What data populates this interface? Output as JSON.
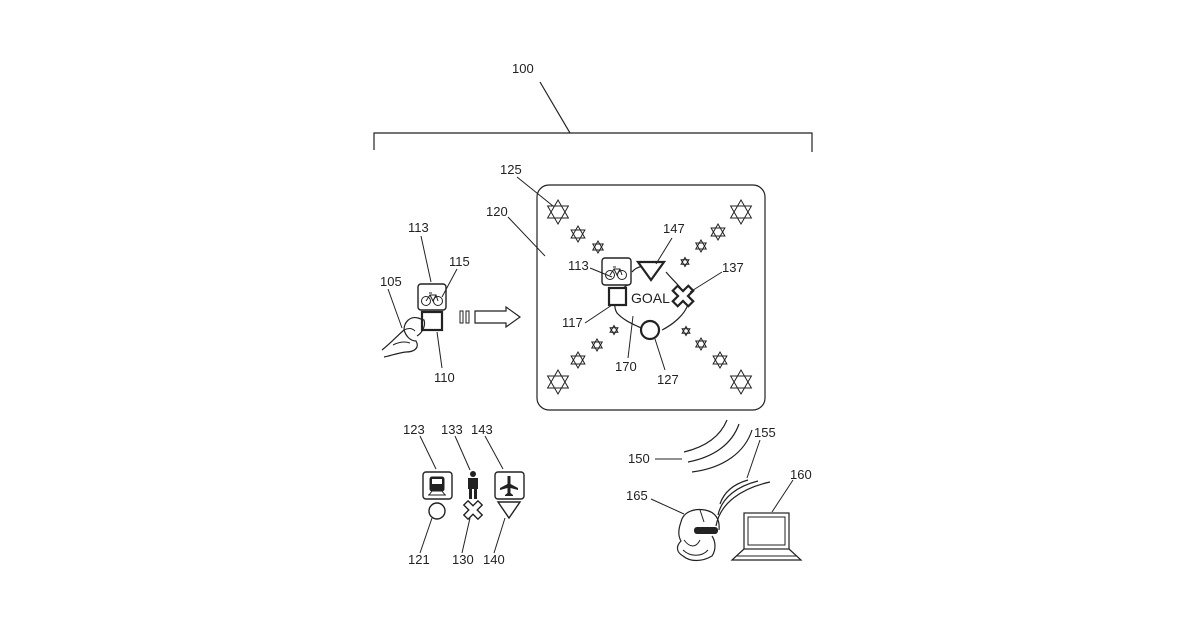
{
  "labels": {
    "l100": "100",
    "l125": "125",
    "l120": "120",
    "l113a": "113",
    "l115": "115",
    "l105": "105",
    "l110": "110",
    "l147": "147",
    "l113b": "113",
    "l137": "137",
    "l117": "117",
    "l170": "170",
    "l127": "127",
    "l123": "123",
    "l133": "133",
    "l143": "143",
    "l121": "121",
    "l130": "130",
    "l140": "140",
    "l150": "150",
    "l155": "155",
    "l160": "160",
    "l165": "165"
  },
  "goal_text": "GOAL",
  "icons": {
    "card": "bicycle-card-icon",
    "train": "train-card-icon",
    "person": "person-figure-icon",
    "plane": "airplane-card-icon"
  }
}
